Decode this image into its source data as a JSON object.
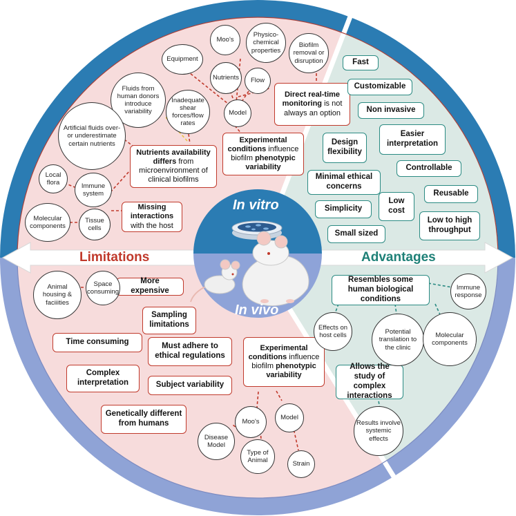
{
  "colors": {
    "limitations": "#c0392b",
    "advantages": "#1e8077",
    "in_vitro_ring": "#2b7cb3",
    "in_vivo_ring": "#8fa3d6",
    "pink_fill": "#f7dcdc",
    "teal_fill": "#dbe9e5",
    "center_top": "#2b7cb3",
    "center_bottom": "#8ea3d8"
  },
  "center": {
    "in_vitro": "In vitro",
    "in_vivo": "In vivo"
  },
  "sections": {
    "limitations": "Limitations",
    "advantages": "Advantages"
  },
  "vitro_limitations": {
    "realtime": {
      "bold": "Direct real-time monitoring",
      "rest": " is not always an option"
    },
    "experimental": {
      "bold1": "Experimental conditions",
      "mid": " influence biofilm ",
      "bold2": "phenotypic variability"
    },
    "nutrients": {
      "bold": "Nutrients availability differs",
      "rest": " from microenvironment of clinical biofilms"
    },
    "host": {
      "bold": "Missing interactions",
      "rest": " with the host"
    }
  },
  "vitro_circles": {
    "moos": "Moo's",
    "physico": "Physico-chemical properties",
    "biofilm_removal": "Biofilm removal or disruption",
    "equipment": "Equipment",
    "nutrients": "Nutrients",
    "flow": "Flow",
    "model": "Model",
    "shear": "Inadequate shear forces/flow rates",
    "fluids_donors": "Fluids from human donors introduce variability",
    "artificial_fluids": "Artificial fluids over- or underestimate certain nutrients",
    "local_flora": "Local flora",
    "immune_system": "Immune system",
    "molecular": "Molecular components",
    "tissue": "Tissue cells"
  },
  "vitro_advantages": {
    "fast": "Fast",
    "customizable": "Customizable",
    "non_invasive": "Non invasive",
    "easier": "Easier interpretation",
    "design": "Design flexibility",
    "controllable": "Controllable",
    "ethical": "Minimal ethical concerns",
    "reusable": "Reusable",
    "low_cost": "Low cost",
    "simplicity": "Simplicity",
    "throughput": "Low to high throughput",
    "small": "Small sized"
  },
  "vivo_limitations": {
    "expensive": "More expensive",
    "sampling": "Sampling limitations",
    "time": "Time consuming",
    "ethical_reg": "Must adhere to ethical regulations",
    "complex": "Complex interpretation",
    "subject": "Subject variability",
    "genetic": "Genetically different from humans",
    "experimental": {
      "bold1": "Experimental conditions",
      "mid": " influence biofilm ",
      "bold2": "phenotypic variability"
    }
  },
  "vivo_circles": {
    "animal_housing": "Animal housing & faciiities",
    "space": "Space consuming",
    "moos": "Moo's",
    "model": "Model",
    "disease_model": "Disease Model",
    "type_animal": "Type of Animal",
    "strain": "Strain",
    "immune_response": "Immune response",
    "host_cells": "Effects on host cells",
    "translation": "Potential translation to the clinic",
    "molecular": "Molecular components",
    "systemic": "Results involve systemic effects"
  },
  "vivo_advantages": {
    "resembles": "Resembles some human biological conditions",
    "complex_study": "Allows the study of complex interactions"
  }
}
